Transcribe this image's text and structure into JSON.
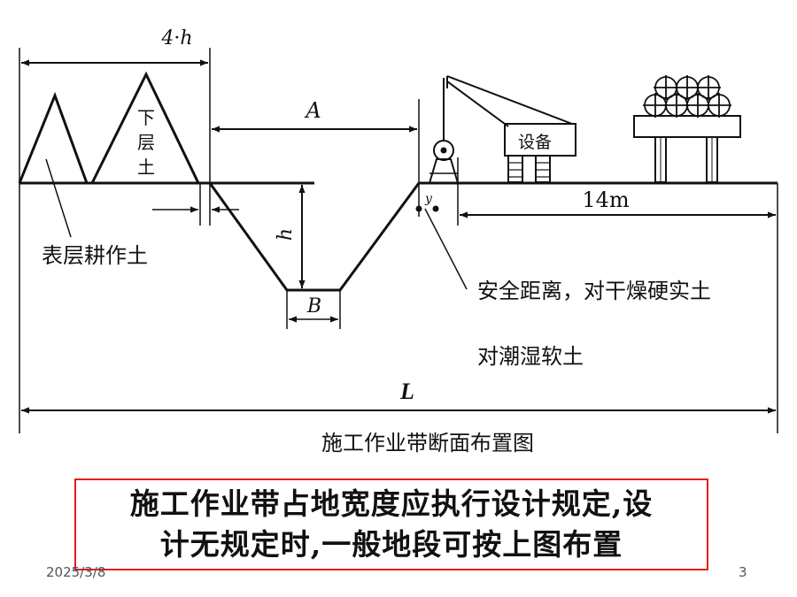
{
  "diagram": {
    "labels": {
      "top_width": "4·h",
      "lower_soil": [
        "下",
        "层",
        "土"
      ],
      "topsoil": "表层耕作土",
      "a": "A",
      "h": "h",
      "b": "B",
      "y": "y",
      "equipment": "设备",
      "fourteen_m": "14m",
      "safety_distance": "安全距离，对干燥硬实土",
      "wet_soft_soil": "对潮湿软土",
      "total_width": "L",
      "caption": "施工作业带断面布置图"
    }
  },
  "note": {
    "line1": "施工作业带占地宽度应执行设计规定,设",
    "line2": "计无规定时,一般地段可按上图布置"
  },
  "footer": {
    "date": "2025/3/8",
    "page": "3"
  }
}
